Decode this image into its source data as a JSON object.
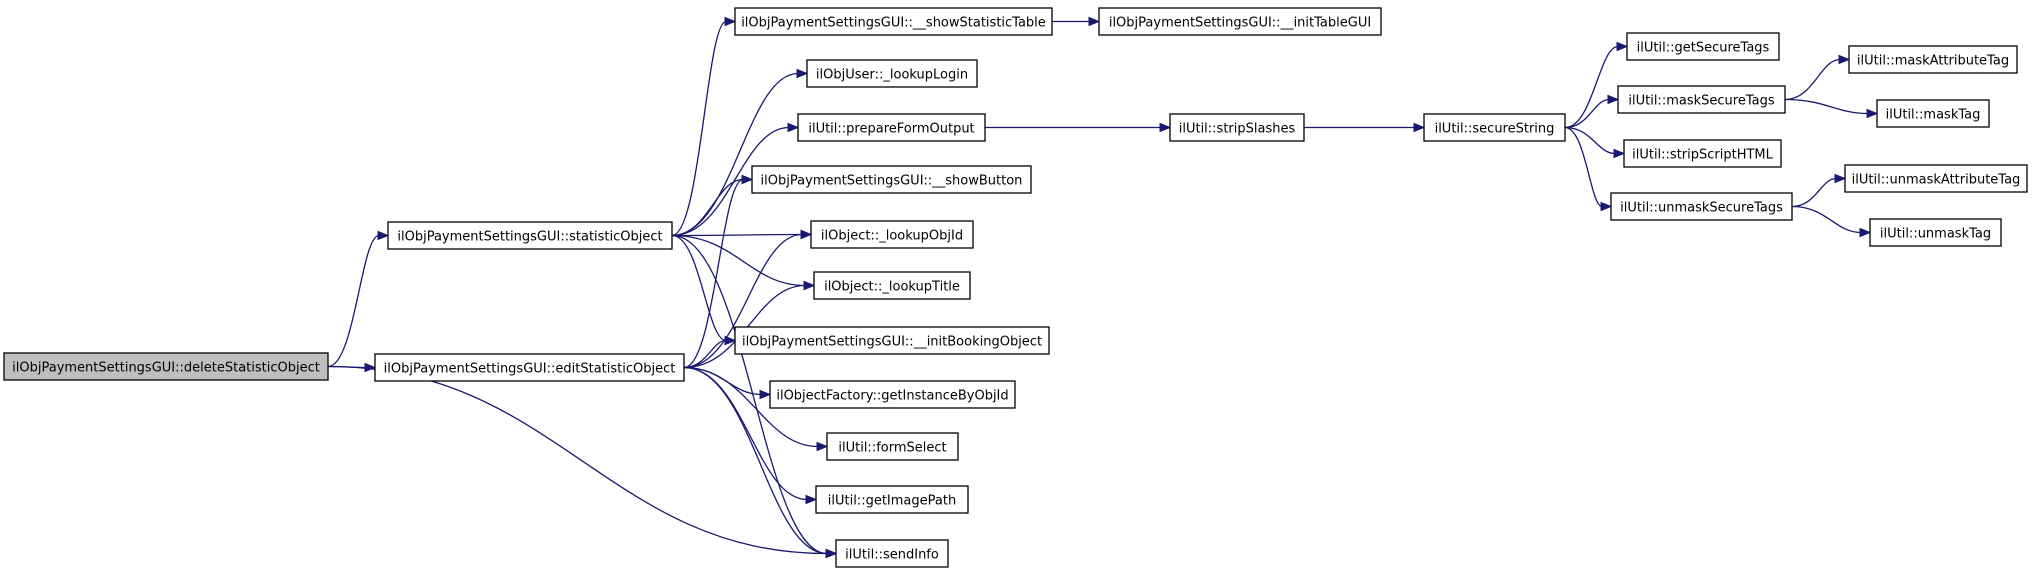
{
  "diagram": {
    "nodes": [
      {
        "id": "delete",
        "label": "ilObjPaymentSettingsGUI::deleteStatisticObject",
        "root": true
      },
      {
        "id": "statistic",
        "label": "ilObjPaymentSettingsGUI::statisticObject"
      },
      {
        "id": "edit",
        "label": "ilObjPaymentSettingsGUI::editStatisticObject"
      },
      {
        "id": "showStatTable",
        "label": "ilObjPaymentSettingsGUI::__showStatisticTable"
      },
      {
        "id": "initTableGUI",
        "label": "ilObjPaymentSettingsGUI::__initTableGUI"
      },
      {
        "id": "lookupLogin",
        "label": "ilObjUser::_lookupLogin"
      },
      {
        "id": "prepareForm",
        "label": "ilUtil::prepareFormOutput"
      },
      {
        "id": "stripSlashes",
        "label": "ilUtil::stripSlashes"
      },
      {
        "id": "secureString",
        "label": "ilUtil::secureString"
      },
      {
        "id": "getSecureTags",
        "label": "ilUtil::getSecureTags"
      },
      {
        "id": "maskSecureTags",
        "label": "ilUtil::maskSecureTags"
      },
      {
        "id": "maskAttrTag",
        "label": "ilUtil::maskAttributeTag"
      },
      {
        "id": "maskTag",
        "label": "ilUtil::maskTag"
      },
      {
        "id": "stripScript",
        "label": "ilUtil::stripScriptHTML"
      },
      {
        "id": "unmaskSecureTags",
        "label": "ilUtil::unmaskSecureTags"
      },
      {
        "id": "unmaskAttrTag",
        "label": "ilUtil::unmaskAttributeTag"
      },
      {
        "id": "unmaskTag",
        "label": "ilUtil::unmaskTag"
      },
      {
        "id": "showButton",
        "label": "ilObjPaymentSettingsGUI::__showButton"
      },
      {
        "id": "lookupObjId",
        "label": "ilObject::_lookupObjId"
      },
      {
        "id": "lookupTitle",
        "label": "ilObject::_lookupTitle"
      },
      {
        "id": "initBooking",
        "label": "ilObjPaymentSettingsGUI::__initBookingObject"
      },
      {
        "id": "getInstance",
        "label": "ilObjectFactory::getInstanceByObjId"
      },
      {
        "id": "formSelect",
        "label": "ilUtil::formSelect"
      },
      {
        "id": "getImagePath",
        "label": "ilUtil::getImagePath"
      },
      {
        "id": "sendInfo",
        "label": "ilUtil::sendInfo"
      }
    ],
    "edges": [
      [
        "delete",
        "statistic"
      ],
      [
        "delete",
        "edit"
      ],
      [
        "delete",
        "sendInfo"
      ],
      [
        "statistic",
        "showStatTable"
      ],
      [
        "statistic",
        "lookupLogin"
      ],
      [
        "statistic",
        "prepareForm"
      ],
      [
        "statistic",
        "showButton"
      ],
      [
        "statistic",
        "lookupObjId"
      ],
      [
        "statistic",
        "lookupTitle"
      ],
      [
        "statistic",
        "initBooking"
      ],
      [
        "statistic",
        "sendInfo"
      ],
      [
        "showStatTable",
        "initTableGUI"
      ],
      [
        "prepareForm",
        "stripSlashes"
      ],
      [
        "stripSlashes",
        "secureString"
      ],
      [
        "secureString",
        "getSecureTags"
      ],
      [
        "secureString",
        "maskSecureTags"
      ],
      [
        "secureString",
        "stripScript"
      ],
      [
        "secureString",
        "unmaskSecureTags"
      ],
      [
        "maskSecureTags",
        "maskAttrTag"
      ],
      [
        "maskSecureTags",
        "maskTag"
      ],
      [
        "unmaskSecureTags",
        "unmaskAttrTag"
      ],
      [
        "unmaskSecureTags",
        "unmaskTag"
      ],
      [
        "edit",
        "showButton"
      ],
      [
        "edit",
        "lookupObjId"
      ],
      [
        "edit",
        "lookupTitle"
      ],
      [
        "edit",
        "initBooking"
      ],
      [
        "edit",
        "getInstance"
      ],
      [
        "edit",
        "formSelect"
      ],
      [
        "edit",
        "getImagePath"
      ],
      [
        "edit",
        "sendInfo"
      ]
    ]
  }
}
